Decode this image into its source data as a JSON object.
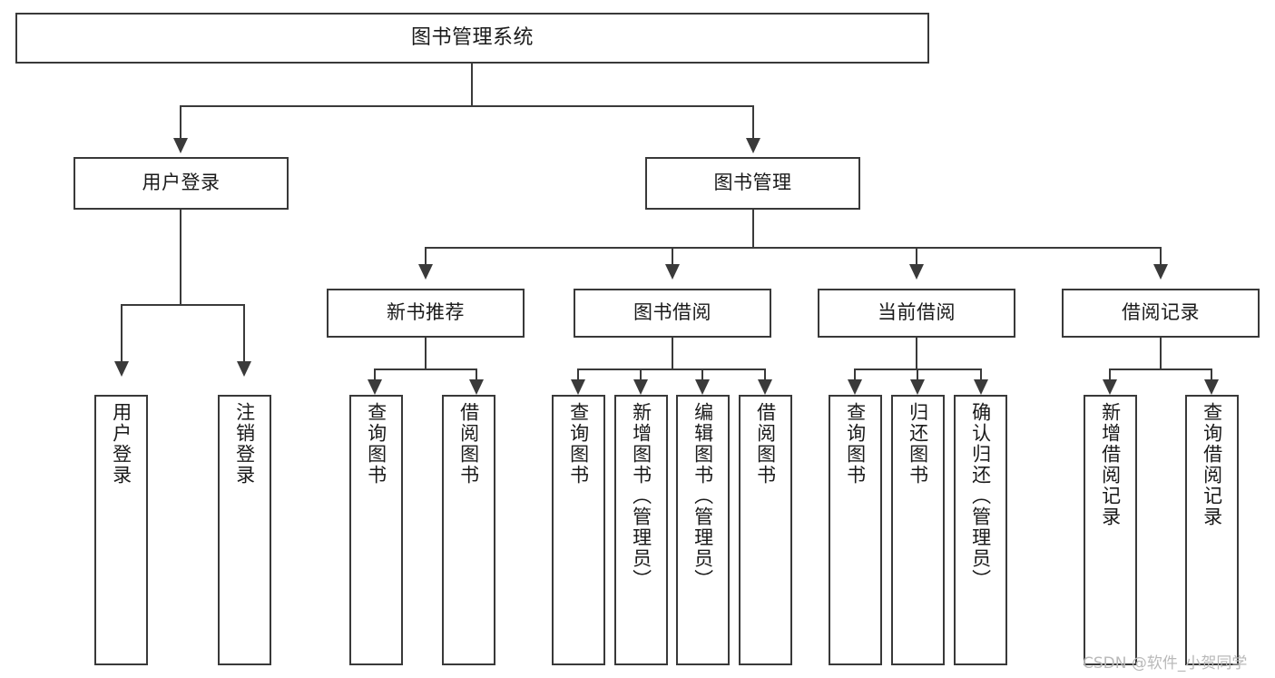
{
  "diagram": {
    "title": "图书管理系统",
    "type": "tree",
    "orientation": "top-down",
    "box_fill": "#ffffff",
    "box_border": "#393939",
    "connector_color": "#3a3a3a",
    "background": "#ffffff"
  },
  "nodes": {
    "root": {
      "label": "图书管理系统",
      "level": 0
    },
    "level1": [
      {
        "id": "user-login",
        "label": "用户登录"
      },
      {
        "id": "book-manage",
        "label": "图书管理"
      }
    ],
    "level2": [
      {
        "id": "new-book-recommend",
        "label": "新书推荐",
        "parent": "book-manage"
      },
      {
        "id": "book-borrow",
        "label": "图书借阅",
        "parent": "book-manage"
      },
      {
        "id": "current-borrow",
        "label": "当前借阅",
        "parent": "book-manage"
      },
      {
        "id": "borrow-record",
        "label": "借阅记录",
        "parent": "book-manage"
      }
    ],
    "leaves": [
      {
        "id": "leaf-user-login",
        "label": "用户登录",
        "parent": "user-login"
      },
      {
        "id": "leaf-user-logout",
        "label": "注销登录",
        "parent": "user-login"
      },
      {
        "id": "leaf-query-book-1",
        "label": "查询图书",
        "parent": "new-book-recommend"
      },
      {
        "id": "leaf-borrow-book-1",
        "label": "借阅图书",
        "parent": "new-book-recommend"
      },
      {
        "id": "leaf-query-book-2",
        "label": "查询图书",
        "parent": "book-borrow"
      },
      {
        "id": "leaf-add-book",
        "label": "新增图书（管理员）",
        "parent": "book-borrow"
      },
      {
        "id": "leaf-edit-book",
        "label": "编辑图书（管理员）",
        "parent": "book-borrow"
      },
      {
        "id": "leaf-borrow-book-2",
        "label": "借阅图书",
        "parent": "book-borrow"
      },
      {
        "id": "leaf-query-book-3",
        "label": "查询图书",
        "parent": "current-borrow"
      },
      {
        "id": "leaf-return-book",
        "label": "归还图书",
        "parent": "current-borrow"
      },
      {
        "id": "leaf-confirm-return",
        "label": "确认归还（管理员）",
        "parent": "current-borrow"
      },
      {
        "id": "leaf-add-record",
        "label": "新增借阅记录",
        "parent": "borrow-record"
      },
      {
        "id": "leaf-query-record",
        "label": "查询借阅记录",
        "parent": "borrow-record"
      }
    ]
  },
  "watermark": {
    "text": "CSDN @软件_小贺同学"
  }
}
